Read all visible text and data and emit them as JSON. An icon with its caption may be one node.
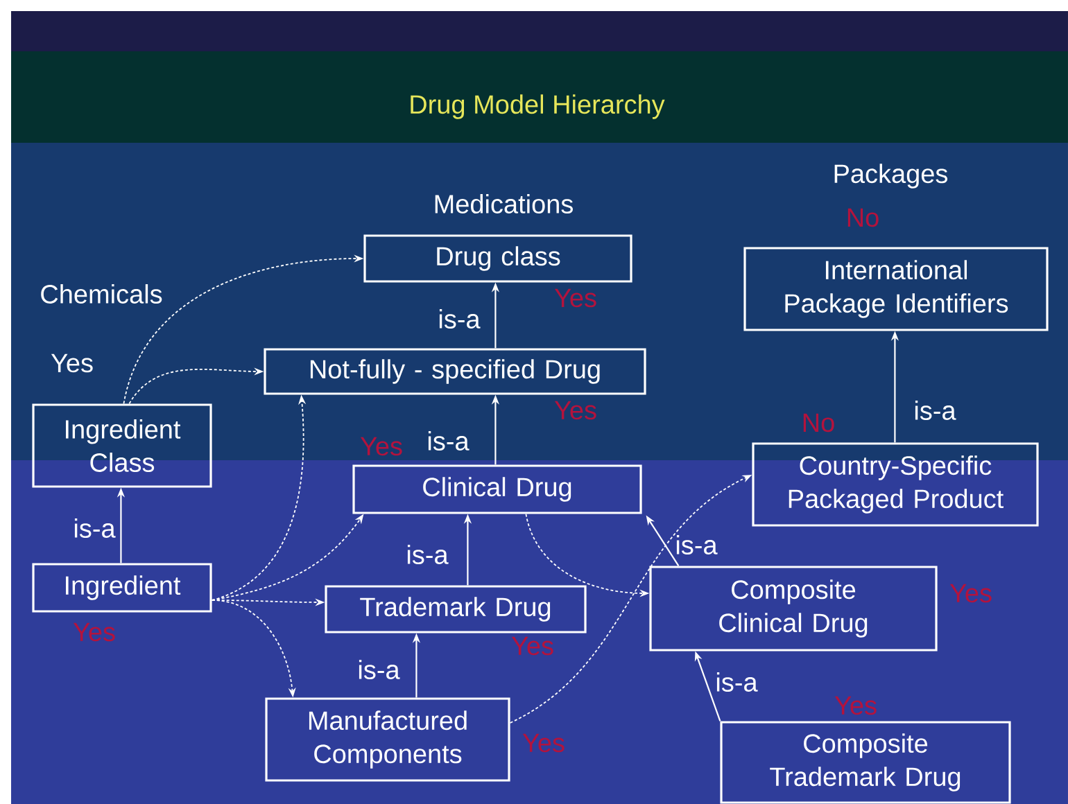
{
  "diagram": {
    "title": "Drug Model Hierarchy",
    "nodes": [
      {
        "text": [
          "Drug  class"
        ],
        "beside": [
          "Yes"
        ]
      },
      {
        "text": [
          "Not-fully - specified Drug"
        ],
        "beside": [
          "Yes"
        ]
      },
      {
        "text": [
          "Ingredient Class"
        ]
      },
      {
        "text": [
          "Clinical Drug"
        ],
        "beside": [
          "Yes"
        ]
      },
      {
        "text": [
          "International Package Identifiers"
        ],
        "beside": [
          "No"
        ]
      },
      {
        "text": [
          "Country-Specific Packaged Product"
        ],
        "beside": [
          "No"
        ]
      },
      {
        "text": [
          "Ingredient"
        ],
        "beside": [
          "Yes"
        ]
      },
      {
        "text": [
          "Trademark Drug"
        ],
        "beside": [
          "Yes"
        ]
      },
      {
        "text": [
          "Composite Clinical Drug"
        ],
        "beside": [
          "Yes"
        ]
      },
      {
        "text": [
          "Manufactured Components"
        ],
        "beside": [
          "Yes"
        ]
      },
      {
        "text": [
          "Composite Trademark Drug"
        ],
        "beside": [
          "Yes"
        ]
      }
    ],
    "edges": [
      {
        "from": 1,
        "to": 0,
        "arrow": "to",
        "label": "is-a"
      },
      {
        "from": 3,
        "to": 1,
        "arrow": "to",
        "label": "is-a"
      },
      {
        "from": 6,
        "to": 2,
        "arrow": "to",
        "label": "is-a"
      },
      {
        "from": 7,
        "to": 3,
        "arrow": "to",
        "label": "is-a"
      },
      {
        "from": 9,
        "to": 7,
        "arrow": "to",
        "label": "is-a"
      },
      {
        "from": 8,
        "to": 3,
        "arrow": "to",
        "label": "is-a"
      },
      {
        "from": 10,
        "to": 8,
        "arrow": "to",
        "label": "is-a"
      },
      {
        "from": 5,
        "to": 4,
        "arrow": "to",
        "label": "is-a"
      },
      {
        "from": 2,
        "to": 0,
        "arrow": "to",
        "style": "dashed"
      },
      {
        "from": 2,
        "to": 1,
        "arrow": "to",
        "style": "dashed"
      },
      {
        "from": 6,
        "to": 1,
        "arrow": "to",
        "style": "dashed"
      },
      {
        "from": 6,
        "to": 3,
        "arrow": "to",
        "style": "dashed"
      },
      {
        "from": 6,
        "to": 7,
        "arrow": "to",
        "style": "dashed"
      },
      {
        "from": 6,
        "to": 9,
        "arrow": "to",
        "style": "dashed"
      },
      {
        "from": 3,
        "to": 8,
        "arrow": "to",
        "style": "dashed"
      },
      {
        "from": 9,
        "to": 5,
        "arrow": "to",
        "style": "dashed"
      }
    ],
    "labels": [
      "Packages",
      "Medications",
      "Chemicals",
      "Yes"
    ]
  }
}
